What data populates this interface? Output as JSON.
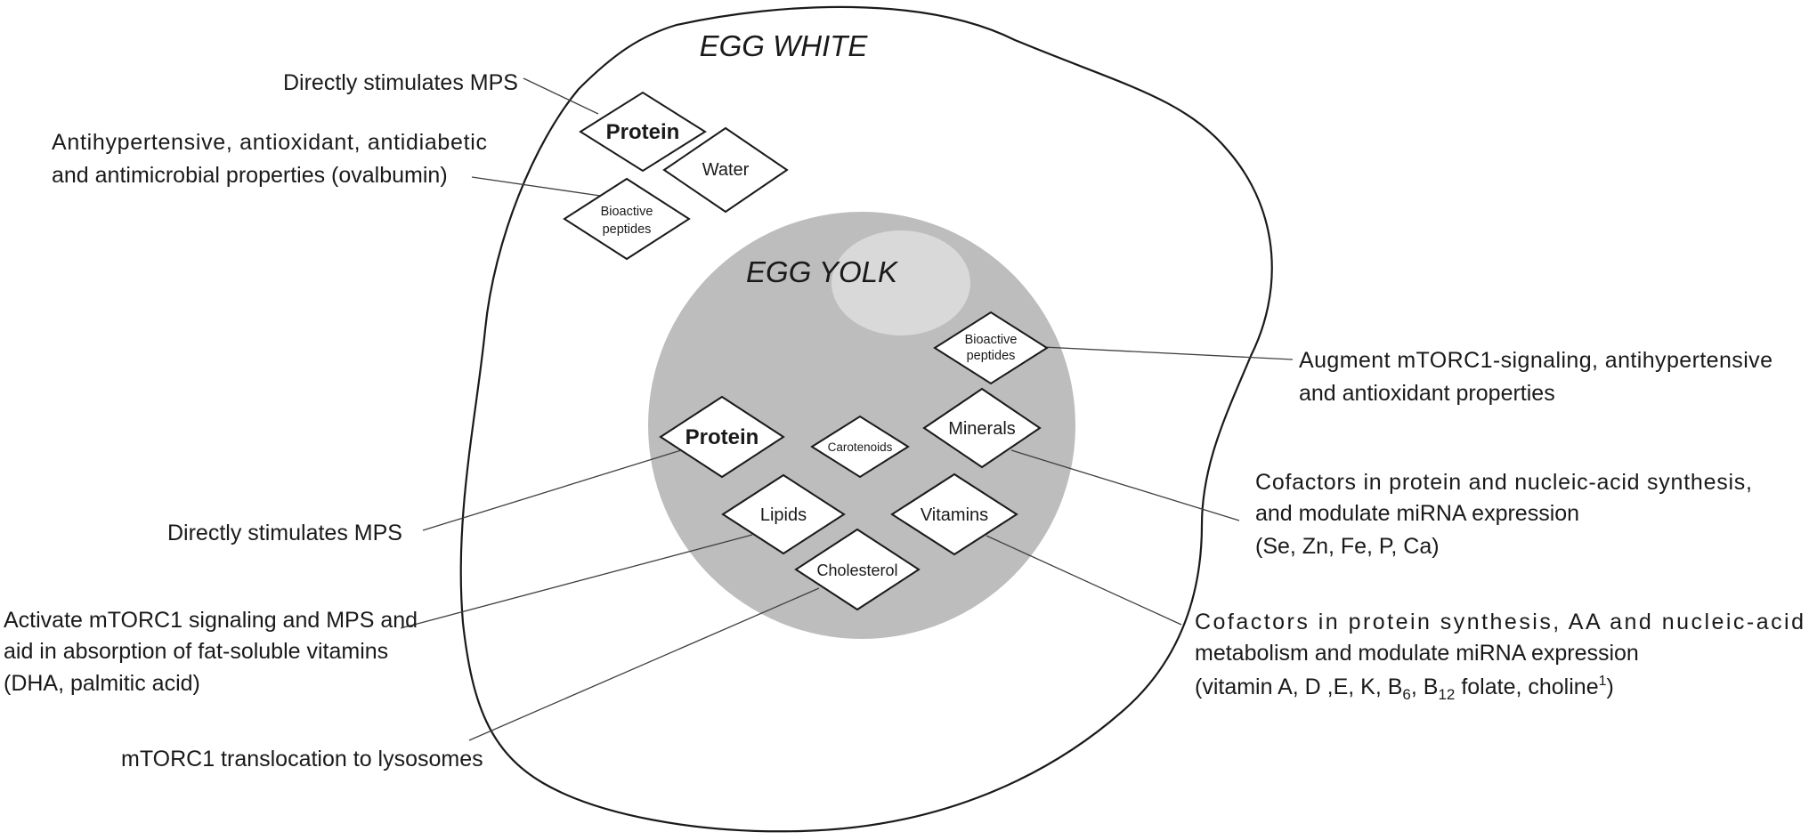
{
  "colors": {
    "yolk": "#bdbdbd",
    "yolk_highlight": "#d9d9d9",
    "outline": "#1a1a1a"
  },
  "egg_white": {
    "title": "EGG WHITE",
    "components": {
      "protein": "Protein",
      "water": "Water",
      "bioactive_line1": "Bioactive",
      "bioactive_line2": "peptides"
    }
  },
  "egg_yolk": {
    "title": "EGG YOLK",
    "components": {
      "bioactive_line1": "Bioactive",
      "bioactive_line2": "peptides",
      "protein": "Protein",
      "carotenoids": "Carotenoids",
      "minerals": "Minerals",
      "lipids": "Lipids",
      "vitamins": "Vitamins",
      "cholesterol": "Cholesterol"
    }
  },
  "annotations": {
    "white_protein": "Directly stimulates MPS",
    "white_bioactive_line1": "Antihypertensive, antioxidant, antidiabetic",
    "white_bioactive_line2": "and antimicrobial properties (ovalbumin)",
    "yolk_bioactive_line1": "Augment mTORC1-signaling, antihypertensive",
    "yolk_bioactive_line2": "and antioxidant properties",
    "yolk_protein": "Directly stimulates MPS",
    "minerals_line1": "Cofactors in protein and nucleic-acid synthesis,",
    "minerals_line2": "and modulate miRNA expression",
    "minerals_line3": "(Se, Zn, Fe, P, Ca)",
    "lipids_line1": "Activate mTORC1 signaling and MPS and",
    "lipids_line2": "aid in absorption of fat-soluble vitamins",
    "lipids_line3": "(DHA, palmitic acid)",
    "vitamins_line1": "Cofactors in protein synthesis, AA and nucleic-acid",
    "vitamins_line2": "metabolism and modulate miRNA expression",
    "vitamins_line3_a": "(vitamin A, D ,E, K, B",
    "vitamins_line3_sub1": "6",
    "vitamins_line3_b": ", B",
    "vitamins_line3_sub2": "12",
    "vitamins_line3_c": " folate, choline",
    "vitamins_line3_sup": "1",
    "vitamins_line3_d": ")",
    "cholesterol": "mTORC1 translocation to lysosomes"
  }
}
